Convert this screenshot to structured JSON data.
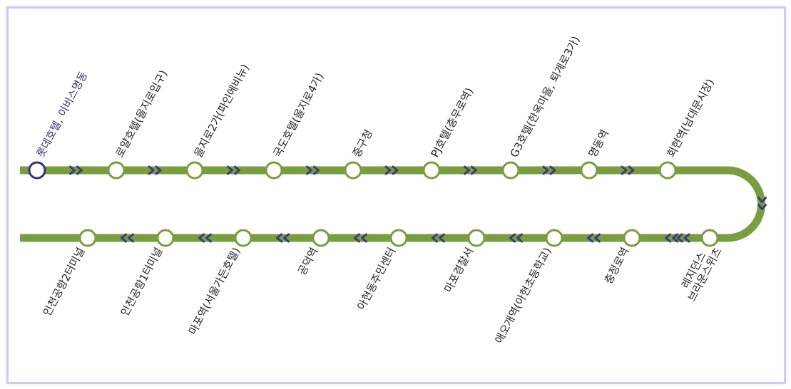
{
  "colors": {
    "line": "#7a9e3f",
    "arrow": "#3f3a7a",
    "stop_fill": "#ffffff",
    "current_stop_stroke": "#3b2f7a",
    "text": "#222222",
    "current_text": "#3b2f7a",
    "frame_border": "#c9cdf4"
  },
  "route": {
    "top_stops": [
      {
        "name": "롯데호텔, 이비스명동",
        "current": true
      },
      {
        "name": "로얄호텔(을지로입구)",
        "current": false
      },
      {
        "name": "을지로2가(파인에비뉴)",
        "current": false
      },
      {
        "name": "국도호텔(을지로4가)",
        "current": false
      },
      {
        "name": "중구청",
        "current": false
      },
      {
        "name": "PJ호텔(충무로역)",
        "current": false
      },
      {
        "name": "G3호텔(한옥마을, 퇴계로3가)",
        "current": false
      },
      {
        "name": "명동역",
        "current": false
      },
      {
        "name": "회현역(남대문시장)",
        "current": false
      }
    ],
    "bottom_stops": [
      {
        "lines": [
          "인천공항2터미널"
        ]
      },
      {
        "lines": [
          "인천공항1터미널"
        ]
      },
      {
        "lines": [
          "마포역(서울가든호텔)"
        ]
      },
      {
        "lines": [
          "공덕역"
        ]
      },
      {
        "lines": [
          "아현동주민센터"
        ]
      },
      {
        "lines": [
          "마포경찰서"
        ]
      },
      {
        "lines": [
          "애오개역(아현초등학교)"
        ]
      },
      {
        "lines": [
          "충정로역"
        ]
      },
      {
        "lines": [
          "브라운스위츠",
          "레지던스"
        ]
      }
    ]
  }
}
